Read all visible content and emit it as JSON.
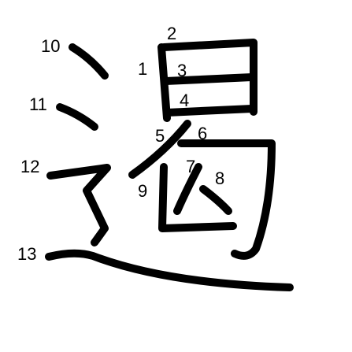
{
  "diagram": {
    "character": "遏",
    "stroke_numbers": [
      "1",
      "2",
      "3",
      "4",
      "5",
      "6",
      "7",
      "8",
      "9",
      "10",
      "11",
      "12",
      "13"
    ],
    "colors": {
      "stroke": "#000000",
      "background": "#ffffff"
    }
  }
}
